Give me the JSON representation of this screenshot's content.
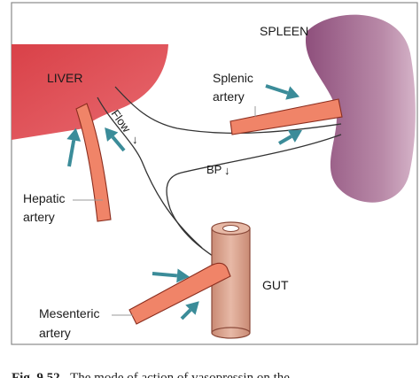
{
  "diagram": {
    "labels": {
      "spleen": "SPLEEN",
      "liver": "LIVER",
      "splenic_artery_line1": "Splenic",
      "splenic_artery_line2": "artery",
      "hepatic_artery_line1": "Hepatic",
      "hepatic_artery_line2": "artery",
      "flow": "Flow",
      "flow_arrow": "↓",
      "bp": "BP",
      "bp_arrow": "↓",
      "gut": "GUT",
      "mesenteric_artery_line1": "Mesenteric",
      "mesenteric_artery_line2": "artery"
    },
    "caption": {
      "figure_number": "Fig. 9.52",
      "text": "The mode of action of vasopressin on the"
    },
    "colors": {
      "liver": "#e45a5e",
      "spleen": "#a86f94",
      "artery": "#f08468",
      "artery_outline": "#8b2e1f",
      "gut": "#d9a08c",
      "arrow": "#3b8c99",
      "vein_outline": "#333333",
      "frame": "#8a8a8a"
    }
  }
}
